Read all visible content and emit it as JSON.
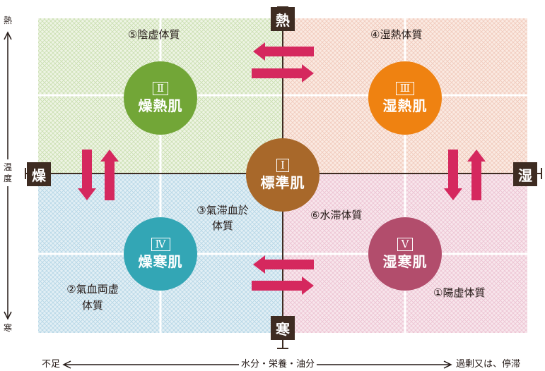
{
  "axes": {
    "x_left_label": "燥",
    "x_right_label": "湿",
    "y_top_label": "熱",
    "y_bottom_label": "寒"
  },
  "left_axis": {
    "top": "熱",
    "middle": [
      "温",
      "度"
    ],
    "bottom": "寒"
  },
  "bottom_axis": {
    "left": "不足",
    "center": "水分・栄養・油分",
    "right": "過剰又は、停滞"
  },
  "types": [
    {
      "num": "Ⅰ",
      "name": "標準肌",
      "color": "#a8682a"
    },
    {
      "num": "Ⅱ",
      "name": "燥熱肌",
      "color": "#72a637"
    },
    {
      "num": "Ⅲ",
      "name": "湿熱肌",
      "color": "#ef8211"
    },
    {
      "num": "Ⅳ",
      "name": "燥寒肌",
      "color": "#33a6b5"
    },
    {
      "num": "Ⅴ",
      "name": "湿寒肌",
      "color": "#b24d6c"
    }
  ],
  "constitutions": {
    "c1": "①陽虚体質",
    "c2_line1": "②氣血両虚",
    "c2_line2": "体質",
    "c3_line1": "③氣滞血於",
    "c3_line2": "体質",
    "c4": "④湿熱体質",
    "c5": "⑤陰虚体質",
    "c6": "⑥水滞体質"
  },
  "colors": {
    "arrow": "#d5285e",
    "axis_box": "#3e2c22",
    "quad_top_left": "#6fa833",
    "quad_top_right": "#e88a7b",
    "quad_bottom_left": "#46a7cc",
    "quad_bottom_right": "#d47d9a"
  }
}
